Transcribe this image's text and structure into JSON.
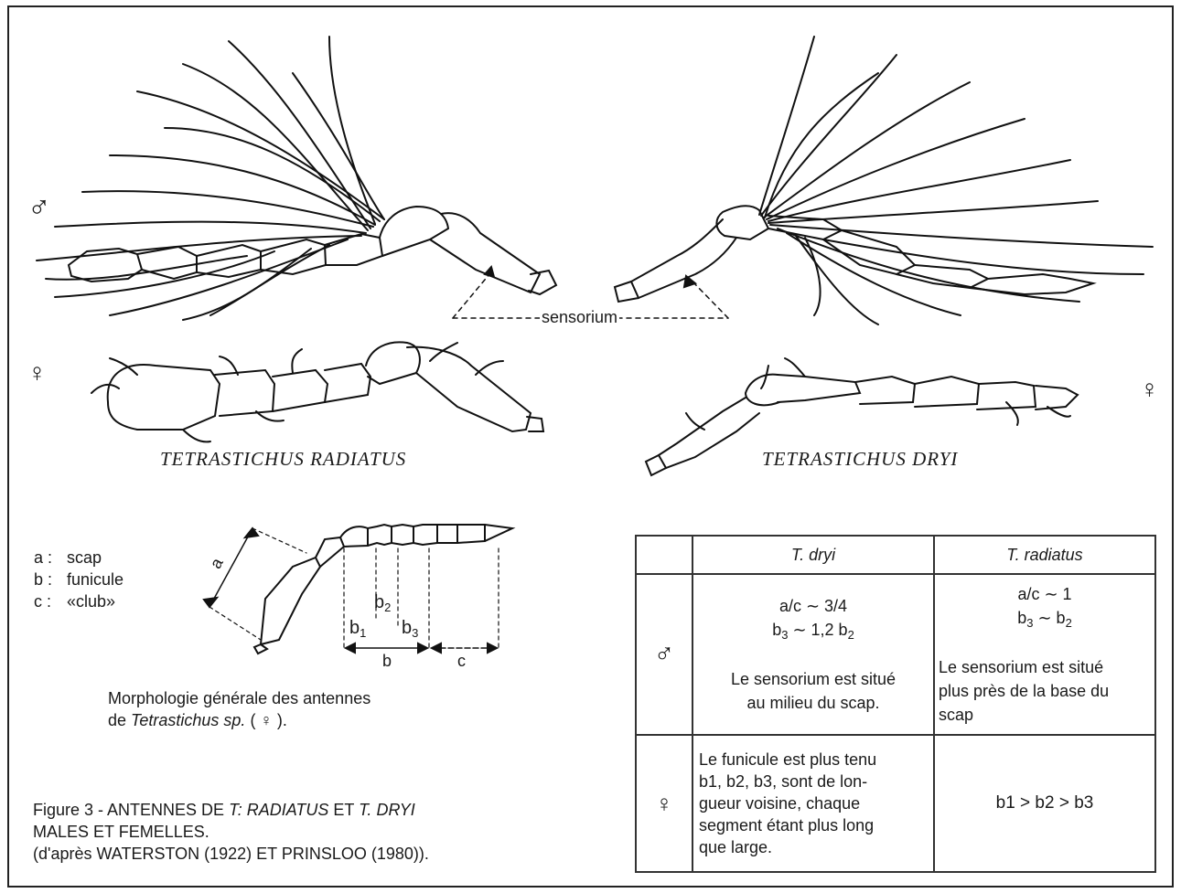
{
  "symbols": {
    "male": "♂",
    "female": "♀"
  },
  "sensorium_label": "sensorium",
  "species": {
    "left": "TETRASTICHUS RADIATUS",
    "right": "TETRASTICHUS DRYI"
  },
  "legend": [
    {
      "key": "a :",
      "text": "scap"
    },
    {
      "key": "b :",
      "text": "funicule"
    },
    {
      "key": "c :",
      "text": "«club»"
    }
  ],
  "schema_labels": {
    "a": "a",
    "b": "b",
    "c": "c",
    "b1": "b",
    "b2": "b",
    "b3": "b",
    "s1": "1",
    "s2": "2",
    "s3": "3"
  },
  "morph_caption": {
    "line1": "Morphologie générale des antennes",
    "line2_prefix": "de ",
    "line2_italic": "Tetrastichus sp.",
    "line2_suffix": " ( ♀ )."
  },
  "figure_caption": {
    "line1_prefix": "Figure 3 - ANTENNES DE ",
    "line1_sp1": "T: RADIATUS",
    "line1_mid": " ET ",
    "line1_sp2": "T. DRYI",
    "line2": "MALES ET FEMELLES.",
    "line3": "(d'après WATERSTON (1922) ET PRINSLOO (1980))."
  },
  "table": {
    "headers": [
      "T. dryi",
      "T. radiatus"
    ],
    "male_row": {
      "symbol": "♂",
      "dryi": {
        "ratio": "a/c ∼ 3/4",
        "b3": "b",
        "b3_rel": " ∼ 1,2 b",
        "sens_1": "Le sensorium est situé",
        "sens_2": "au milieu du scap."
      },
      "radiatus": {
        "ratio": "a/c ∼ 1",
        "b3": "b",
        "b3_rel": " ∼ b",
        "sens_1": "Le sensorium est situé",
        "sens_2": "plus près de la base du",
        "sens_3": "scap"
      }
    },
    "female_row": {
      "symbol": "♀",
      "dryi": [
        "Le funicule est plus tenu",
        "b1, b2, b3, sont de lon-",
        "gueur voisine, chaque",
        "segment étant plus long",
        "que large."
      ],
      "radiatus": "b1 > b2 > b3"
    }
  }
}
